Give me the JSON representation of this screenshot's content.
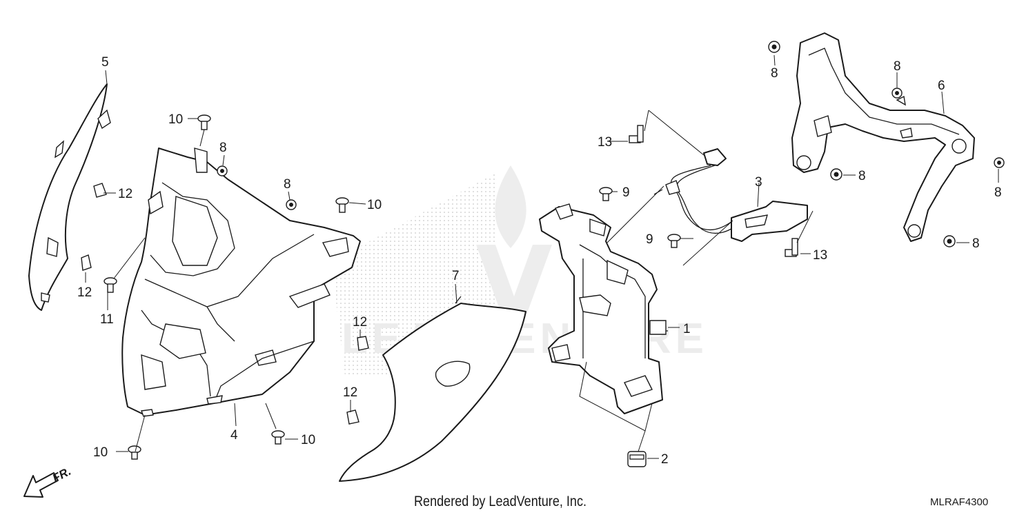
{
  "diagram": {
    "callouts": [
      "1",
      "2",
      "3",
      "4",
      "5",
      "6",
      "7",
      "8",
      "9",
      "10",
      "11",
      "12",
      "13"
    ],
    "direction_label": "FR.",
    "watermark": "LEADVENTURE",
    "footer_credit": "Rendered by LeadVenture, Inc.",
    "diagram_code": "MLRAF4300",
    "colors": {
      "line": "#1a1a1a",
      "background": "#ffffff",
      "watermark": "#ececec"
    }
  }
}
